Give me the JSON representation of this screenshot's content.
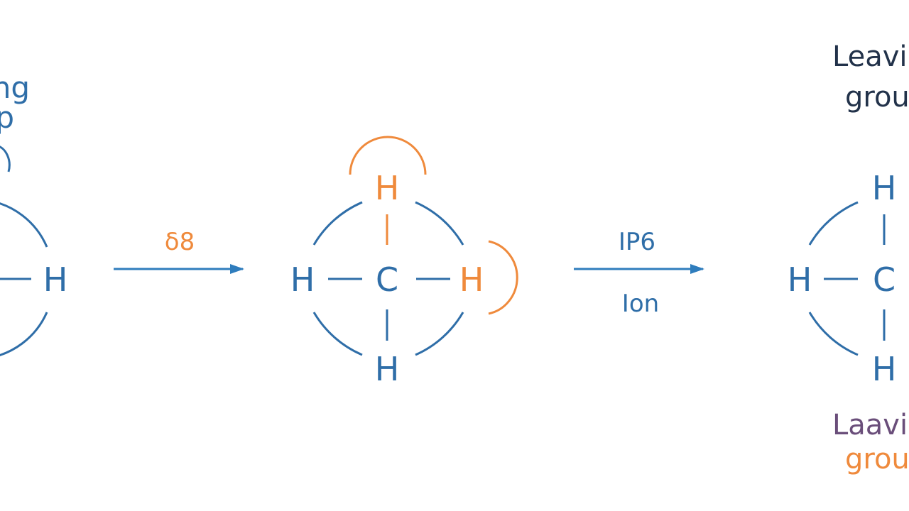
{
  "colors": {
    "blue": "#2f6ea8",
    "orange": "#ef8a3c",
    "navy": "#22324a",
    "purple": "#6a4e7a",
    "arrow": "#2f7dbd"
  },
  "left_fragment": {
    "label_line1": "ng",
    "label_line2": "p",
    "atom_h": "H"
  },
  "arrow1": {
    "label": "ẟ8"
  },
  "middle_molecule": {
    "top": "H",
    "left": "H",
    "center": "C",
    "right": "H",
    "bottom": "H"
  },
  "arrow2": {
    "label_top": "IP6",
    "label_bottom": "Ion"
  },
  "right_molecule": {
    "label_top_line1": "Leavi",
    "label_top_line2": "grou",
    "top": "H",
    "left": "H",
    "center": "C",
    "bottom": "H",
    "label_bottom_line1": "Laavi",
    "label_bottom_line2": "grou"
  }
}
